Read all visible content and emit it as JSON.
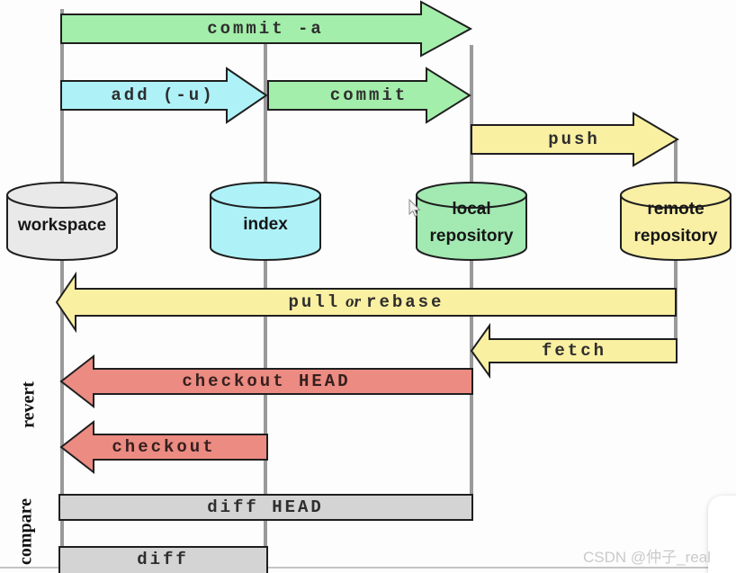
{
  "diagram_title": "git data transport commands",
  "colors": {
    "green": "#a3eeaa",
    "cyan": "#aef2f8",
    "yellow": "#faf0a2",
    "salmon": "#ec8b82",
    "graybar": "#d4d4d4",
    "cylgray": "#e9e9e9",
    "cylgreen": "#a3e9b2",
    "cylyellow": "#f9efa5",
    "line": "#9a9a9a",
    "ink": "#1f1f1f"
  },
  "cylinders": [
    {
      "name": "workspace",
      "line1": "workspace",
      "line2": ""
    },
    {
      "name": "index",
      "line1": "index",
      "line2": ""
    },
    {
      "name": "local-repository",
      "line1": "local",
      "line2": "repository"
    },
    {
      "name": "remote-repository",
      "line1": "remote",
      "line2": "repository"
    }
  ],
  "arrows": {
    "commit_a": "commit -a",
    "add": "add (-u)",
    "commit": "commit",
    "push": "push",
    "pull": {
      "text_before": "pull",
      "conjunction": "or",
      "text_after": "rebase"
    },
    "fetch": "fetch",
    "checkout_head": "checkout HEAD",
    "checkout": "checkout",
    "diff_head": "diff HEAD",
    "diff": "diff"
  },
  "side_labels": {
    "revert": "revert",
    "compare": "compare"
  },
  "watermark": {
    "text": "CSDN @仲子_real"
  }
}
